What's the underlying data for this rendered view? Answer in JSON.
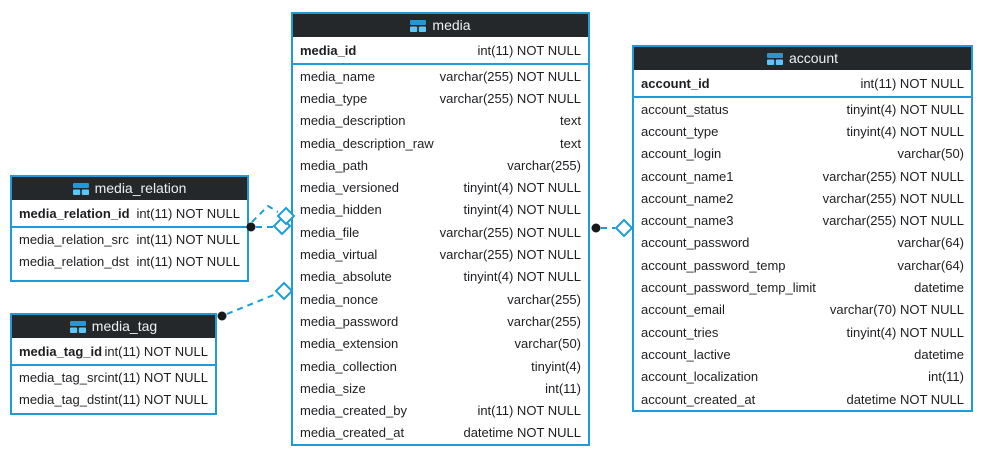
{
  "diagram": {
    "colors": {
      "accent_blue": "#1e9cd9",
      "header_background": "#25282b",
      "header_text": "#eef1f3",
      "row_text": "#1c1e21",
      "icon_blue_light": "#5ec6f5",
      "icon_blue_dark": "#2796d6",
      "connector_dot": "#17191b"
    },
    "tables": [
      {
        "title": "media",
        "primary_key": {
          "name": "media_id",
          "type": "int(11) NOT NULL"
        },
        "fields": [
          {
            "name": "media_name",
            "type": "varchar(255) NOT NULL"
          },
          {
            "name": "media_type",
            "type": "varchar(255) NOT NULL"
          },
          {
            "name": "media_description",
            "type": "text"
          },
          {
            "name": "media_description_raw",
            "type": "text"
          },
          {
            "name": "media_path",
            "type": "varchar(255)"
          },
          {
            "name": "media_versioned",
            "type": "tinyint(4) NOT NULL"
          },
          {
            "name": "media_hidden",
            "type": "tinyint(4) NOT NULL"
          },
          {
            "name": "media_file",
            "type": "varchar(255) NOT NULL"
          },
          {
            "name": "media_virtual",
            "type": "varchar(255) NOT NULL"
          },
          {
            "name": "media_absolute",
            "type": "tinyint(4) NOT NULL"
          },
          {
            "name": "media_nonce",
            "type": "varchar(255)"
          },
          {
            "name": "media_password",
            "type": "varchar(255)"
          },
          {
            "name": "media_extension",
            "type": "varchar(50)"
          },
          {
            "name": "media_collection",
            "type": "tinyint(4)"
          },
          {
            "name": "media_size",
            "type": "int(11)"
          },
          {
            "name": "media_created_by",
            "type": "int(11) NOT NULL"
          },
          {
            "name": "media_created_at",
            "type": "datetime NOT NULL"
          }
        ]
      },
      {
        "title": "account",
        "primary_key": {
          "name": "account_id",
          "type": "int(11) NOT NULL"
        },
        "fields": [
          {
            "name": "account_status",
            "type": "tinyint(4) NOT NULL"
          },
          {
            "name": "account_type",
            "type": "tinyint(4) NOT NULL"
          },
          {
            "name": "account_login",
            "type": "varchar(50)"
          },
          {
            "name": "account_name1",
            "type": "varchar(255) NOT NULL"
          },
          {
            "name": "account_name2",
            "type": "varchar(255) NOT NULL"
          },
          {
            "name": "account_name3",
            "type": "varchar(255) NOT NULL"
          },
          {
            "name": "account_password",
            "type": "varchar(64)"
          },
          {
            "name": "account_password_temp",
            "type": "varchar(64)"
          },
          {
            "name": "account_password_temp_limit",
            "type": "datetime"
          },
          {
            "name": "account_email",
            "type": "varchar(70) NOT NULL"
          },
          {
            "name": "account_tries",
            "type": "tinyint(4) NOT NULL"
          },
          {
            "name": "account_lactive",
            "type": "datetime"
          },
          {
            "name": "account_localization",
            "type": "int(11)"
          },
          {
            "name": "account_created_at",
            "type": "datetime NOT NULL"
          }
        ]
      },
      {
        "title": "media_relation",
        "primary_key": {
          "name": "media_relation_id",
          "type": "int(11) NOT NULL"
        },
        "fields": [
          {
            "name": "media_relation_src",
            "type": "int(11) NOT NULL"
          },
          {
            "name": "media_relation_dst",
            "type": "int(11) NOT NULL"
          }
        ]
      },
      {
        "title": "media_tag",
        "primary_key": {
          "name": "media_tag_id",
          "type": "int(11) NOT NULL"
        },
        "fields": [
          {
            "name": "media_tag_src",
            "type": "int(11) NOT NULL"
          },
          {
            "name": "media_tag_dst",
            "type": "int(11) NOT NULL"
          }
        ]
      }
    ]
  }
}
